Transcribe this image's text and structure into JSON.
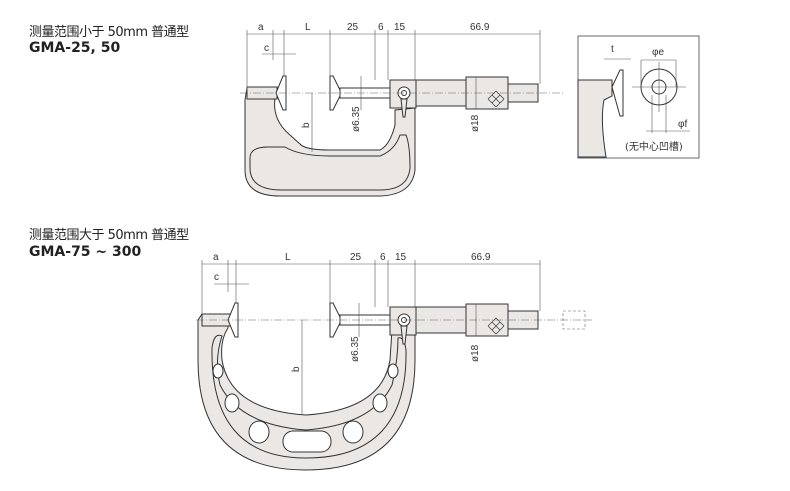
{
  "small_range": {
    "title": "测量范围小于 50mm 普通型",
    "models": "GMA-25, 50",
    "dims": {
      "a": "a",
      "c": "c",
      "L": "L",
      "d25": "25",
      "d6": "6",
      "d15": "15",
      "d669": "66.9",
      "b": "b",
      "spindle_dia": "ø6.35",
      "thimble_dia": "ø18"
    },
    "inset": {
      "t": "t",
      "e": "φe",
      "f": "φf",
      "note": "(无中心凹槽)"
    }
  },
  "large_range": {
    "title": "测量范围大于 50mm 普通型",
    "models": "GMA-75 ~ 300",
    "dims": {
      "a": "a",
      "c": "c",
      "L": "L",
      "d25": "25",
      "d6": "6",
      "d15": "15",
      "d669": "66.9",
      "b": "b",
      "spindle_dia": "ø6.35",
      "thimble_dia": "ø18"
    }
  }
}
